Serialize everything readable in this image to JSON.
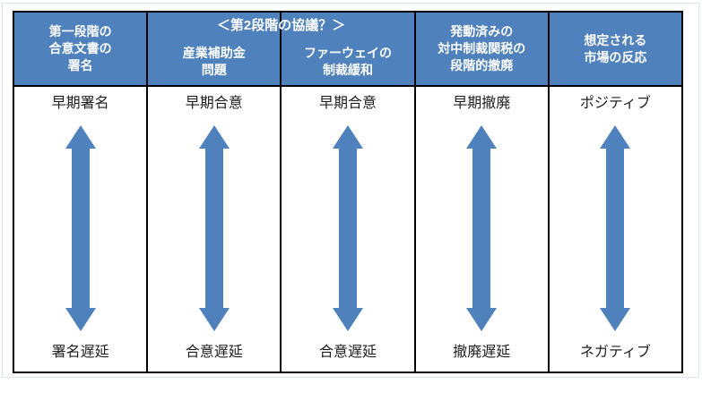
{
  "diagram": {
    "phase2_group_title": "＜第2段階の協議？＞",
    "columns": [
      {
        "header": "第一段階の\n合意文書の\n署名",
        "top_label": "早期署名",
        "bottom_label": "署名遅延"
      },
      {
        "header": "産業補助金\n問題",
        "top_label": "早期合意",
        "bottom_label": "合意遅延"
      },
      {
        "header": "ファーウェイの\n制裁緩和",
        "top_label": "早期合意",
        "bottom_label": "合意遅延"
      },
      {
        "header": "発動済みの\n対中制裁関税の\n段階的撤廃",
        "top_label": "早期撤廃",
        "bottom_label": "撤廃遅延"
      },
      {
        "header": "想定される\n市場の反応",
        "top_label": "ポジティブ",
        "bottom_label": "ネガティブ"
      }
    ],
    "colors": {
      "header_bg": "#4f81bd",
      "arrow": "#4f81bd",
      "table_border": "#000000",
      "canvas_border": "#dbe5f1",
      "header_text": "#ffffff",
      "body_text": "#1f1f1f"
    }
  }
}
